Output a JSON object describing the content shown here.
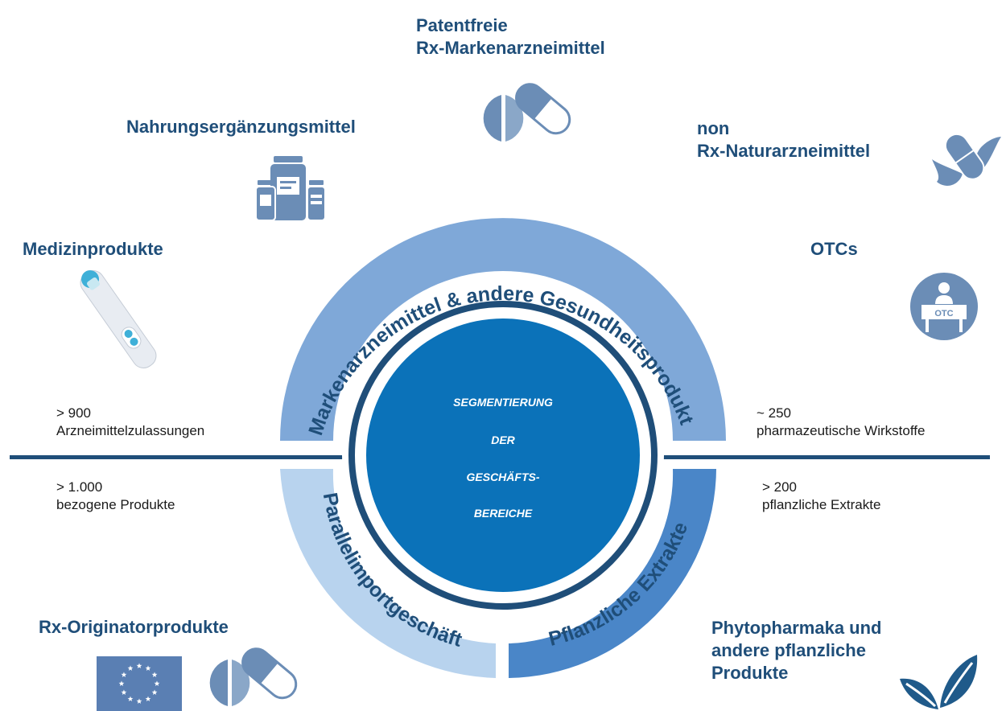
{
  "center": {
    "lines": [
      "SEGMENTIERUNG",
      "DER",
      "GESCHÄFTS-",
      "BEREICHE"
    ]
  },
  "ring": {
    "top_label": "Markenarzneimittel & andere Gesundheitsprodukte",
    "left_label": "Parallelimportgeschäft",
    "right_label": "Pflanzliche Extrakte"
  },
  "categories": {
    "patentfreie": [
      "Patentfreie",
      "Rx-Markenarzneimittel"
    ],
    "nahrung": "Nahrungsergänzungsmittel",
    "naturarznei": [
      "non",
      "Rx-Naturarzneimittel"
    ],
    "medizin": "Medizinprodukte",
    "otcs": "OTCs",
    "originator": "Rx-Originatorprodukte",
    "phyto": [
      "Phytopharmaka und",
      "andere pflanzliche",
      "Produkte"
    ]
  },
  "stats": {
    "zulassungen": [
      "> 900",
      "Arzneimittelzulassungen"
    ],
    "wirkstoffe": [
      "~ 250",
      "pharmazeutische Wirkstoffe"
    ],
    "bezogene": [
      "> 1.000",
      "bezogene Produkte"
    ],
    "extrakte": [
      "> 200",
      "pflanzliche Extrakte"
    ]
  },
  "icons": {
    "otc_sign": "OTC"
  },
  "colors": {
    "dark_blue": "#1f4e79",
    "center_blue": "#0b72b9",
    "ring_top": "#7fa8d8",
    "ring_left": "#b8d3ee",
    "ring_right": "#4a86c8",
    "icon_blue": "#6b8db6"
  }
}
